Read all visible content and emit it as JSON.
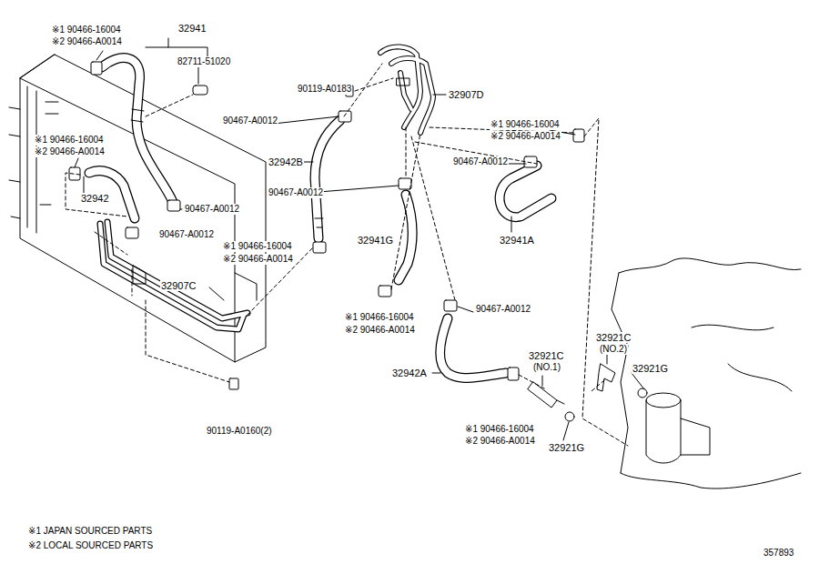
{
  "diagram": {
    "labels": [
      "※1 90466-16004",
      "※2 90466-A0014",
      "32941",
      "82711-51020",
      "※1 90466-16004",
      "※2 90466-A0014",
      "32942",
      "90467-A0012",
      "90467-A0012",
      "32907C",
      "90119-A0160(2)",
      "90119-A0183",
      "90467-A0012",
      "32942B",
      "90467-A0012",
      "※1 90466-16004",
      "※2 90466-A0014",
      "32941G",
      "※1 90466-16004",
      "※2 90466-A0014",
      "32907D",
      "※1 90466-16004",
      "※2 90466-A0014",
      "90467-A0012",
      "32941A",
      "90467-A0012",
      "32942A",
      "32921C",
      "(NO.1)",
      "32921C",
      "(NO.2)",
      "32921G",
      "32921G",
      "※1 90466-16004",
      "※2 90466-A0014",
      "※1 JAPAN SOURCED PARTS",
      "※2 LOCAL SOURCED PARTS",
      "357893"
    ]
  }
}
